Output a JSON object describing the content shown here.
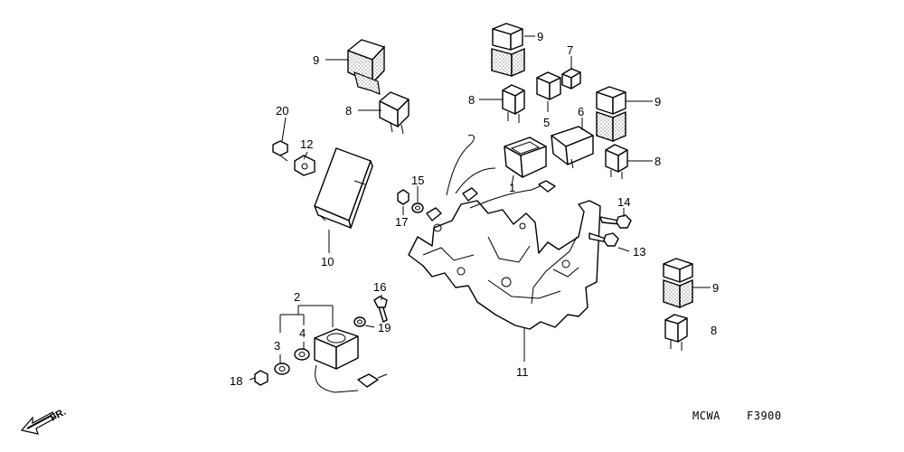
{
  "diagram": {
    "callouts": [
      "1",
      "2",
      "3",
      "4",
      "5",
      "6",
      "7",
      "8",
      "9",
      "10",
      "11",
      "12",
      "13",
      "14",
      "15",
      "16",
      "17",
      "18",
      "19",
      "20"
    ],
    "direction_label": "FR.",
    "model_code": "MCWA",
    "figure_code": "F3900"
  }
}
